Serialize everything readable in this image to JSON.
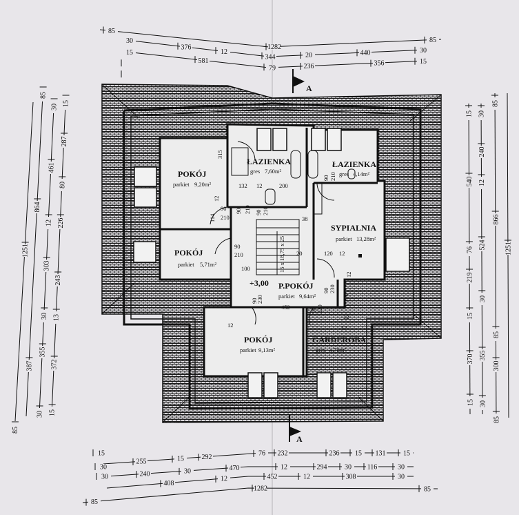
{
  "rooms": [
    {
      "name": "POKÓJ",
      "floor": "parkiet",
      "area": "9,20m²"
    },
    {
      "name": "POKÓJ",
      "floor": "parkiet",
      "area": "5,71m²"
    },
    {
      "name": "ŁAZIENKA",
      "floor": "gres",
      "area": "7,60m²"
    },
    {
      "name": "ŁAZIENKA",
      "floor": "gres",
      "area": "4,14m²"
    },
    {
      "name": "SYPIALNIA",
      "floor": "parkiet",
      "area": "13,28m²"
    },
    {
      "name": "P.POKÓJ",
      "floor": "parkiet",
      "area": "9,64m²"
    },
    {
      "name": "POKÓJ",
      "floor": "parkiet",
      "area": "9,13m²"
    },
    {
      "name": "GARDEROBA",
      "floor": "gres",
      "area": "4,78m²"
    }
  ],
  "level": "+3,00",
  "stairs": "16 x 18,75 x 25",
  "section_marker": "A",
  "interior_dims": [
    "315",
    "132",
    "12",
    "200",
    "90",
    "210",
    "114",
    "12",
    "90",
    "210",
    "90",
    "210",
    "90",
    "210",
    "38",
    "20",
    "120",
    "12",
    "12",
    "100",
    "90",
    "230",
    "90",
    "230",
    "90",
    "230",
    "452",
    "12",
    "12",
    "130",
    "12",
    "90",
    "210"
  ],
  "dims": {
    "top": [
      [
        "85",
        "1282",
        "85"
      ],
      [
        "30",
        "376",
        "12",
        "344",
        "20",
        "440",
        "30"
      ],
      [
        "15",
        "581",
        "79",
        "236",
        "356",
        "15"
      ]
    ],
    "bottom": [
      [
        "15",
        "255",
        "15",
        "292",
        "76",
        "232",
        "236",
        "15",
        "131",
        "15"
      ],
      [
        "30",
        "240",
        "30",
        "470",
        "12",
        "294",
        "30",
        "116",
        "30"
      ],
      [
        "30",
        "408",
        "12",
        "452",
        "12",
        "308",
        "30"
      ],
      [
        "85",
        "1282",
        "85"
      ]
    ],
    "left": [
      [
        "1251",
        "85"
      ],
      [
        "85",
        "864",
        "387"
      ],
      [
        "30",
        "461",
        "12",
        "303",
        "30",
        "355",
        "30"
      ],
      [
        "15",
        "287",
        "80",
        "226",
        "243",
        "13",
        "372",
        "15"
      ]
    ],
    "right": [
      [
        "15",
        "540",
        "76",
        "219",
        "15",
        "370",
        "15"
      ],
      [
        "30",
        "240",
        "12",
        "524",
        "30",
        "355",
        "30"
      ],
      [
        "85",
        "866",
        "85",
        "300",
        "85"
      ],
      [
        "1251"
      ]
    ]
  },
  "colors": {
    "paper": "#e8e6ea",
    "ink": "#111111",
    "room": "#ededed"
  }
}
